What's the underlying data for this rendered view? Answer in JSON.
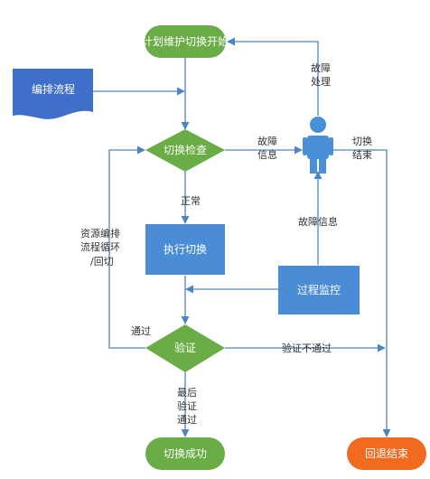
{
  "nodes": {
    "start": "计划维护切换开始",
    "orchestrate": "编排流程",
    "check": "切换检查",
    "execute": "执行切换",
    "monitor": "过程监控",
    "verify": "验证",
    "success": "切换成功",
    "rollback": "回退结束"
  },
  "edge_labels": {
    "normal": "正常",
    "fault_handle_1": "故障",
    "fault_handle_2": "处理",
    "fault_info_a1": "故障",
    "fault_info_a2": "信息",
    "switch_end_1": "切换",
    "switch_end_2": "结束",
    "fault_info_b": "故障信息",
    "loop_1": "资源编排",
    "loop_2": "流程循环",
    "loop_3": "/回切",
    "passed": "通过",
    "not_passed": "验证不通过",
    "final_1": "最后",
    "final_2": "验证",
    "final_3": "通过"
  },
  "colors": {
    "green": "#6aac45",
    "blue": "#4a8dd6",
    "doc_blue": "#3f6fc8",
    "orange": "#f06a1f",
    "person": "#4a90d9",
    "line": "#4a86c7"
  }
}
